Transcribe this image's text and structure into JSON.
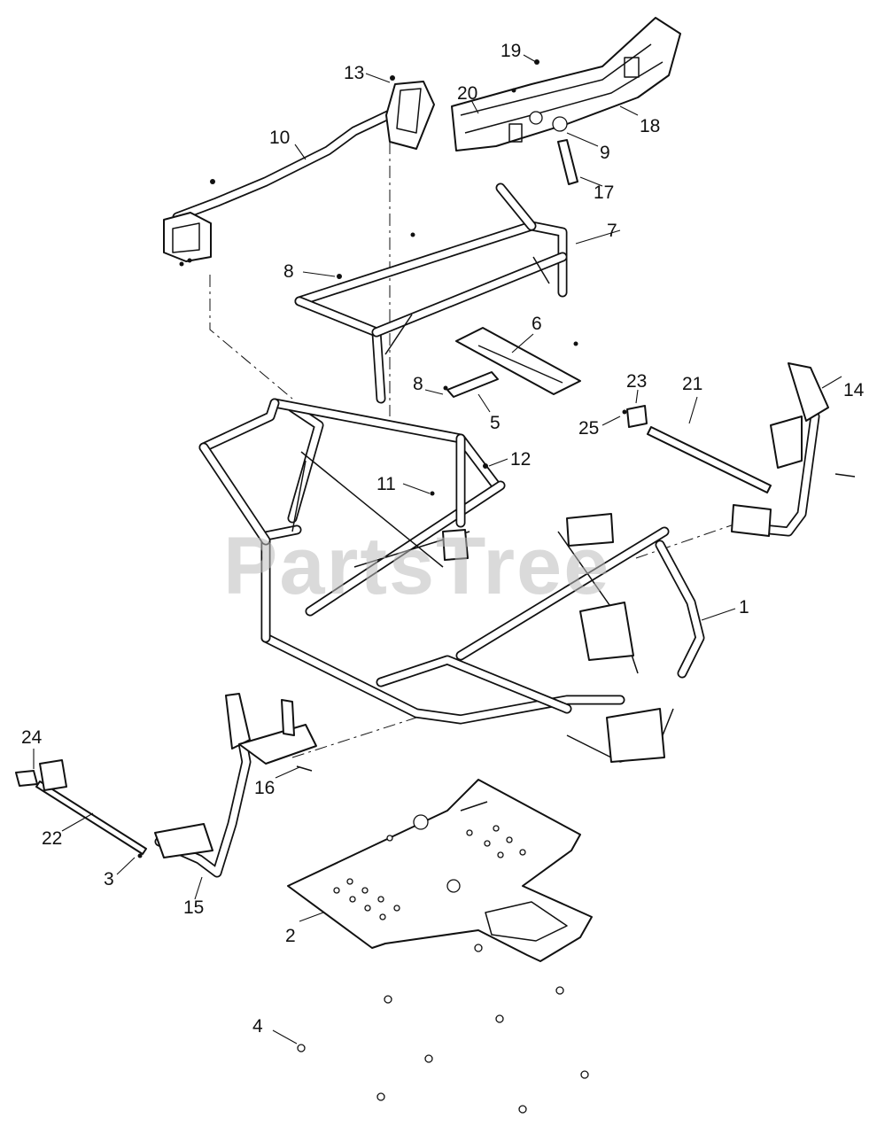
{
  "watermark": "PartsTree",
  "callouts": {
    "c1": "1",
    "c2": "2",
    "c3": "3",
    "c4": "4",
    "c5": "5",
    "c6": "6",
    "c7": "7",
    "c8a": "8",
    "c8b": "8",
    "c9": "9",
    "c10": "10",
    "c11": "11",
    "c12": "12",
    "c13": "13",
    "c14": "14",
    "c15": "15",
    "c16": "16",
    "c17": "17",
    "c18": "18",
    "c19": "19",
    "c20": "20",
    "c21": "21",
    "c22": "22",
    "c23": "23",
    "c24": "24",
    "c25": "25"
  }
}
